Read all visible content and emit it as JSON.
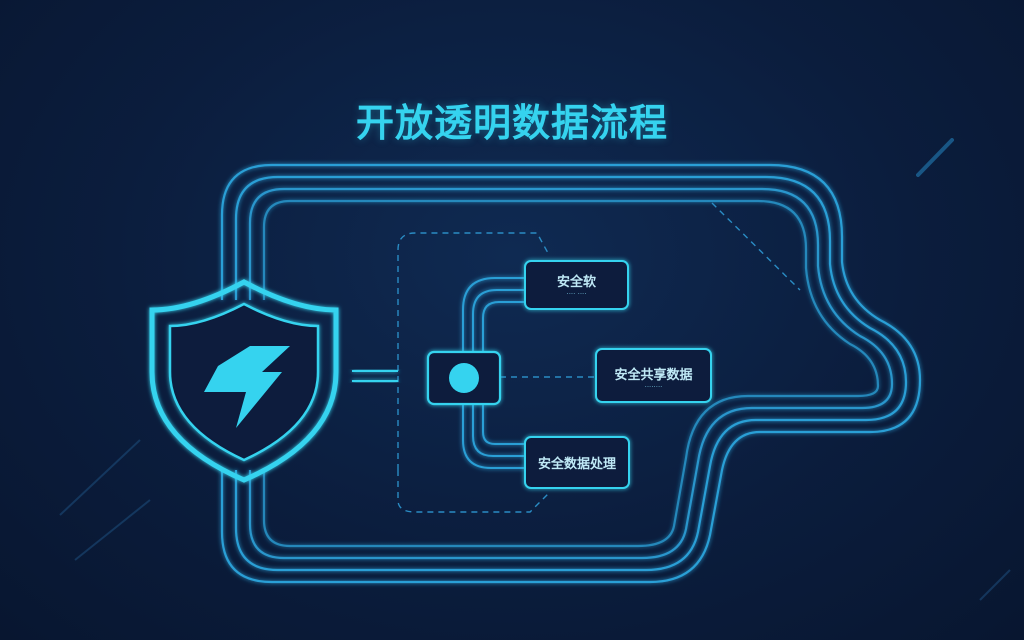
{
  "title": "开放透明数据流程",
  "nodes": [
    {
      "id": "top",
      "label": "安全软",
      "sublabel": "···· ····"
    },
    {
      "id": "middle",
      "label": "安全共享数据",
      "sublabel": "········"
    },
    {
      "id": "bottom",
      "label": "安全数据处理"
    }
  ],
  "icons": {
    "shield": "shield-lightning-icon",
    "hub": "hub-dot-icon"
  },
  "colors": {
    "background": "#0b1d3d",
    "accent": "#35d3ef",
    "line": "#2a9fd6",
    "line_dim": "#1f6fa5"
  }
}
